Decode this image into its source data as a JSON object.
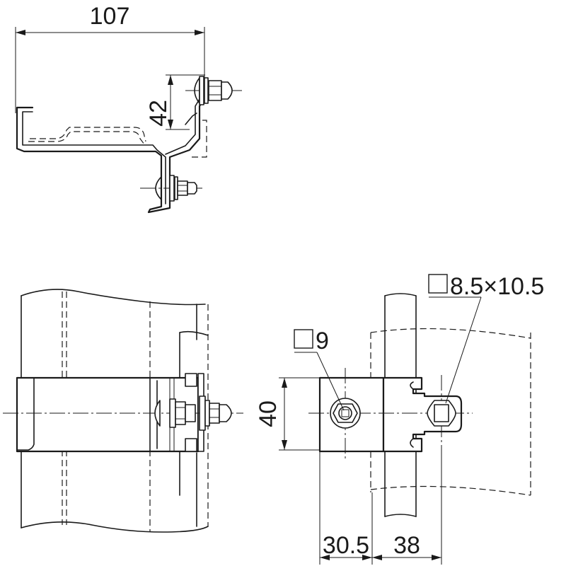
{
  "dimensions": {
    "width_top": "107",
    "height_side": "42",
    "height_front": "40",
    "offset_left": "30.5",
    "offset_right": "38",
    "square_hole_small": "9",
    "square_hole_slot": "8.5×10.5"
  }
}
